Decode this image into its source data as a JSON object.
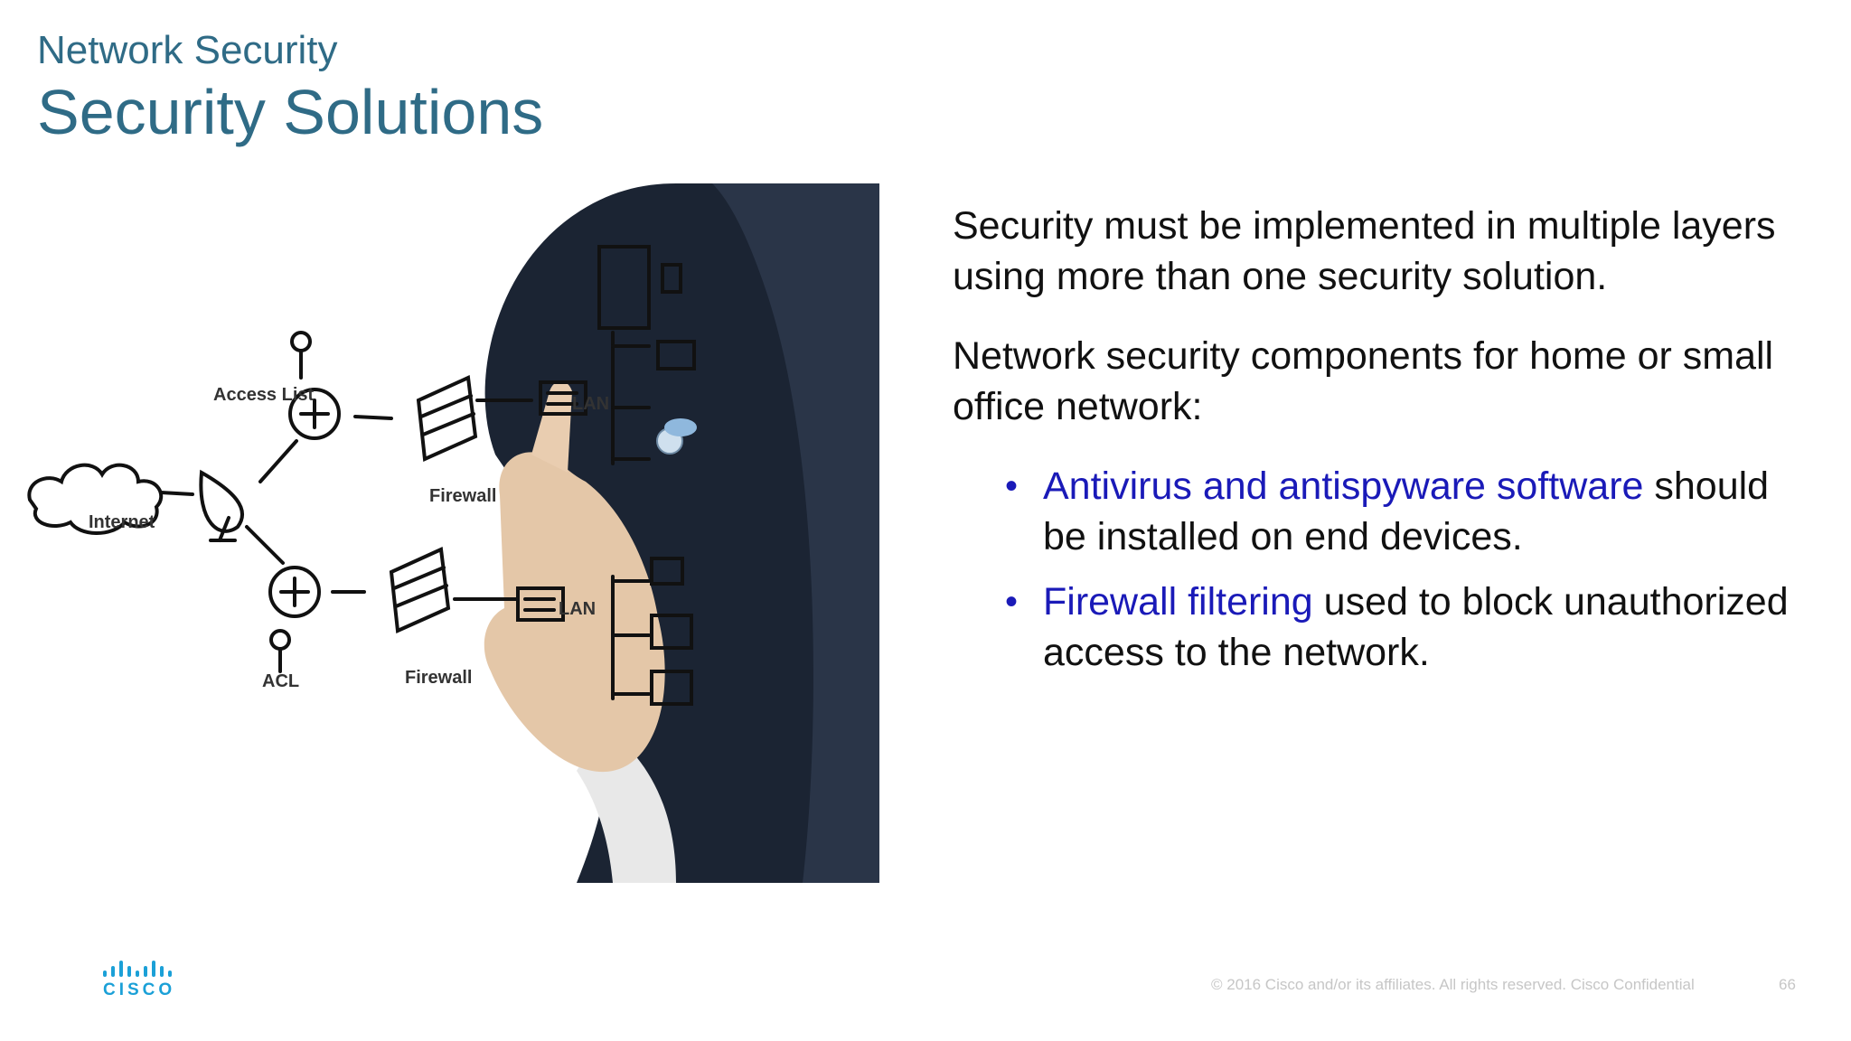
{
  "header": {
    "subtitle": "Network Security",
    "title": "Security Solutions"
  },
  "illustration": {
    "labels": {
      "access_list": "Access List",
      "internet": "Internet",
      "firewall_top": "Firewall",
      "firewall_bottom": "Firewall",
      "acl": "ACL",
      "lan_top": "LAN",
      "lan_bottom": "LAN"
    }
  },
  "content": {
    "para1": "Security must be implemented in multiple layers using more than one security solution.",
    "para2": "Network security components for home or small office network:",
    "bullets": [
      {
        "highlight": "Antivirus and antispyware software",
        "rest": " should be installed on end devices."
      },
      {
        "highlight": "Firewall filtering",
        "rest": " used to block unauthorized access to the network."
      }
    ]
  },
  "footer": {
    "logo_text": "CISCO",
    "copyright": "© 2016  Cisco and/or its affiliates. All rights reserved.   Cisco Confidential",
    "page_number": "66"
  },
  "colors": {
    "title": "#2f6b86",
    "highlight": "#1a1ab8",
    "logo": "#1ba0d7",
    "footer_text": "#c6c6c6"
  }
}
